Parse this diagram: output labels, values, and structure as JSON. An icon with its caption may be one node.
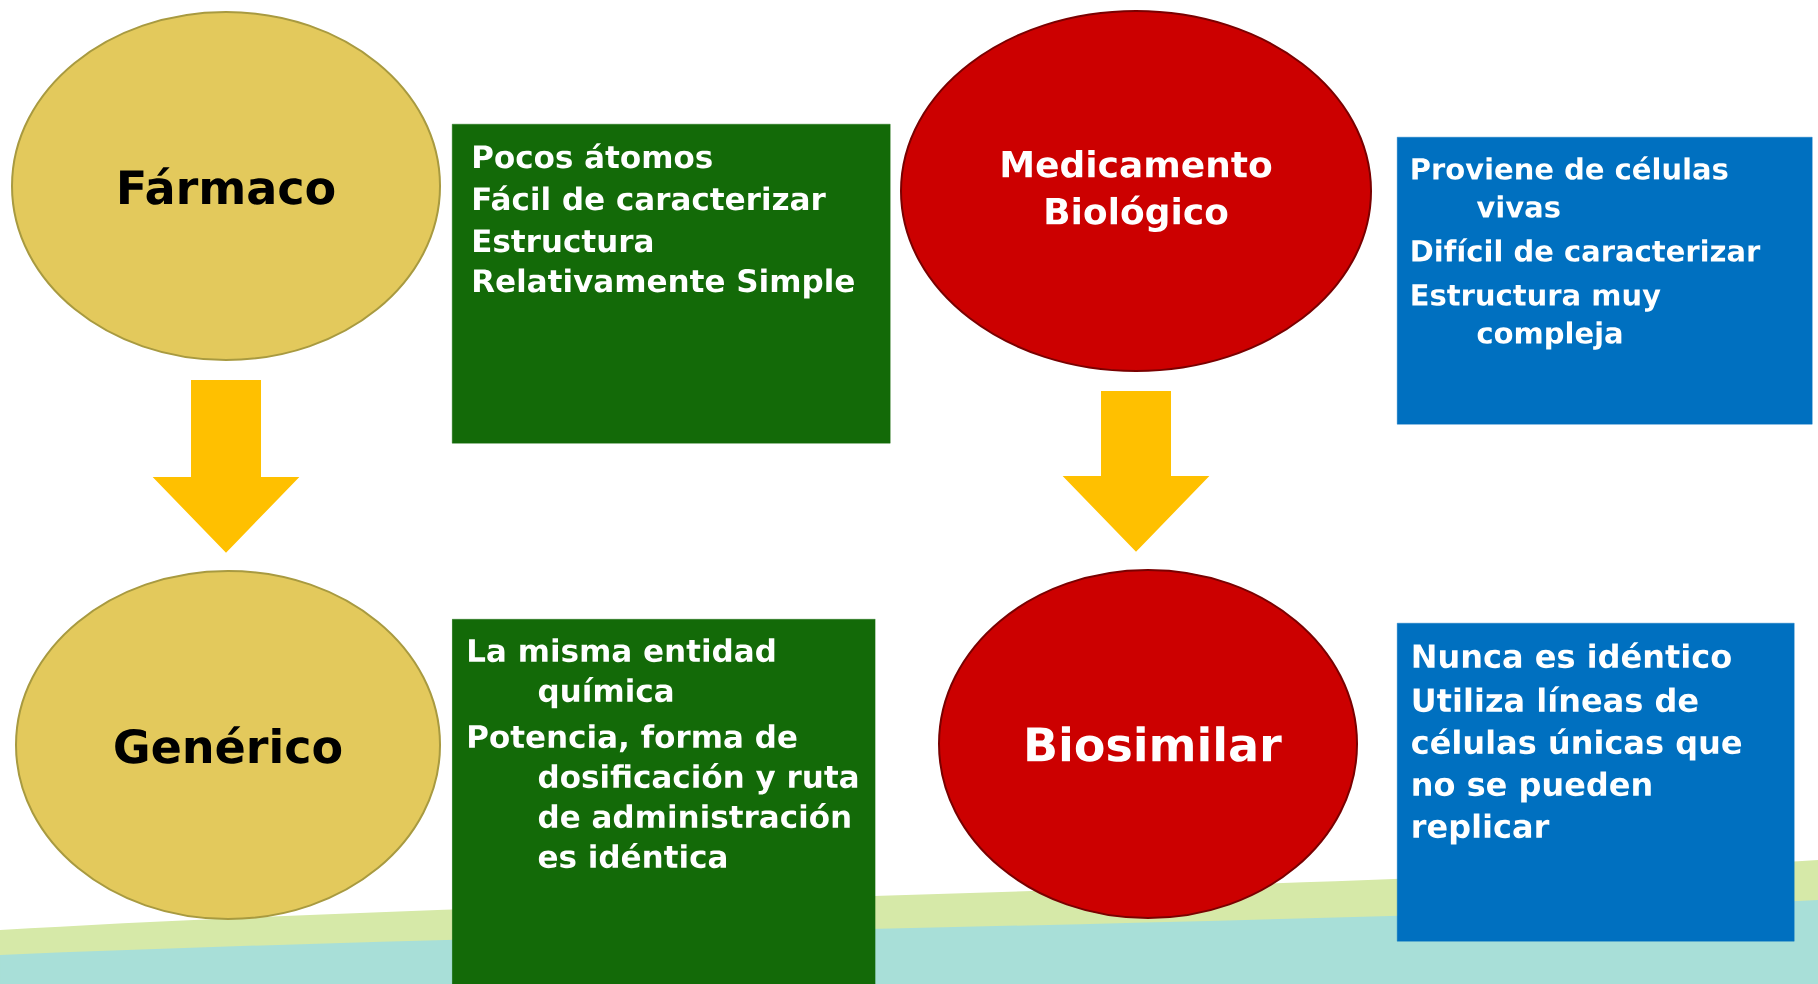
{
  "diagram": {
    "nodes": [
      {
        "text": [
          "Fármaco"
        ]
      },
      {
        "text": [
          "Pocos átomos",
          "Fácil de caracterizar",
          "Estructura Relativamente Simple"
        ]
      },
      {
        "text": [
          "Medicamento Biológico"
        ]
      },
      {
        "text": [
          "Proviene de células vivas",
          "Difícil de caracterizar",
          "Estructura muy compleja"
        ]
      },
      {
        "text": [
          "Genérico"
        ]
      },
      {
        "text": [
          "La misma entidad química",
          "Potencia, forma de dosificación y ruta de administración es idéntica"
        ]
      },
      {
        "text": [
          "Biosimilar"
        ]
      },
      {
        "text": [
          "Nunca es idéntico",
          "Utiliza líneas de células únicas que no se pueden replicar"
        ]
      }
    ],
    "edges": [
      {
        "from": 0,
        "to": 4,
        "arrow": "to"
      },
      {
        "from": 2,
        "to": 6,
        "arrow": "to"
      }
    ]
  }
}
